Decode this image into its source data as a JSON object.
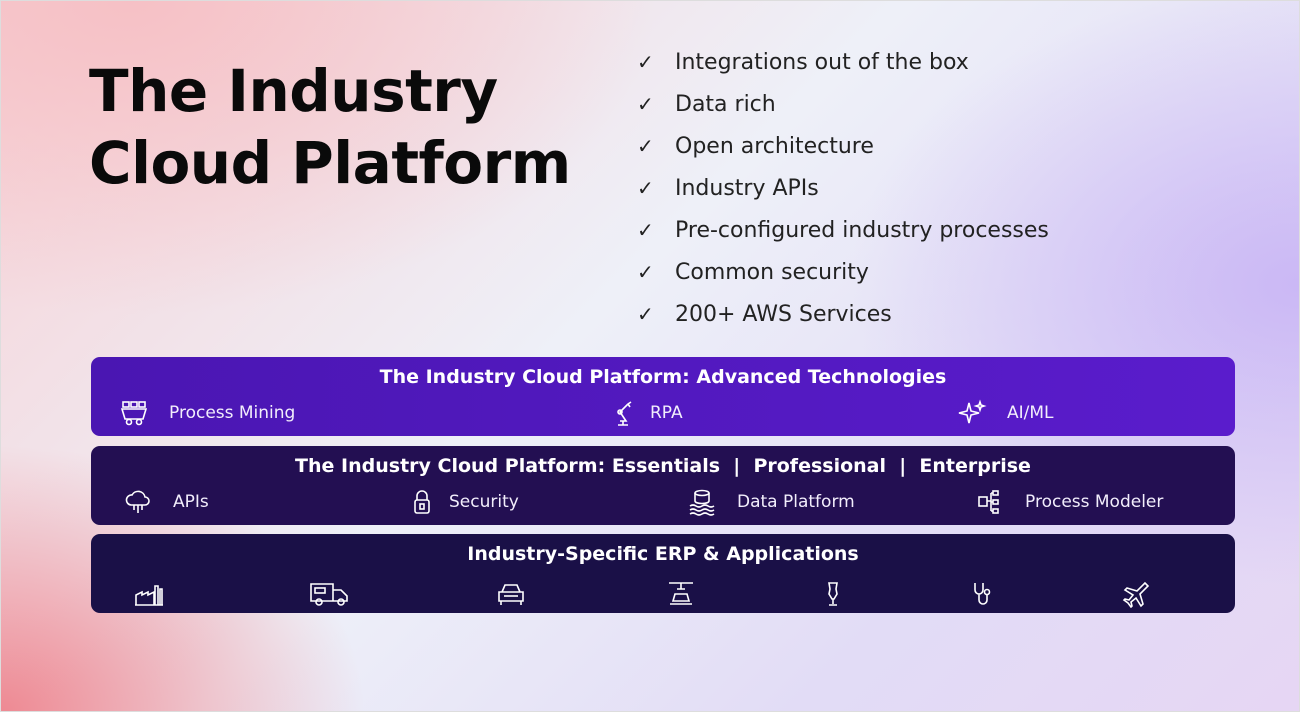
{
  "title": {
    "line1": "The Industry",
    "line2": "Cloud Platform"
  },
  "features": [
    "Integrations out of the box",
    "Data rich",
    "Open architecture",
    "Industry APIs",
    "Pre-configured industry processes",
    "Common security",
    "200+ AWS Services"
  ],
  "check_glyph": "✓",
  "advanced": {
    "title": "The Industry Cloud Platform: Advanced Technologies",
    "items": [
      {
        "label": "Process Mining",
        "icon": "mine-cart-icon"
      },
      {
        "label": "RPA",
        "icon": "robot-arm-icon"
      },
      {
        "label": "AI/ML",
        "icon": "sparkle-icon"
      }
    ]
  },
  "essentials": {
    "title": "The Industry Cloud Platform: Essentials  |  Professional  |  Enterprise",
    "items": [
      {
        "label": "APIs",
        "icon": "api-cloud-icon"
      },
      {
        "label": "Security",
        "icon": "lock-icon"
      },
      {
        "label": "Data Platform",
        "icon": "data-lake-icon"
      },
      {
        "label": "Process Modeler",
        "icon": "flowchart-icon"
      }
    ]
  },
  "erp": {
    "title": "Industry-Specific ERP & Applications",
    "icons": [
      "factory-icon",
      "truck-icon",
      "car-icon",
      "food-production-icon",
      "fashion-mannequin-icon",
      "healthcare-stethoscope-icon",
      "airplane-icon"
    ]
  },
  "colors": {
    "advanced": "#4a16b2",
    "essentials": "#230f52",
    "erp": "#1a1047"
  }
}
